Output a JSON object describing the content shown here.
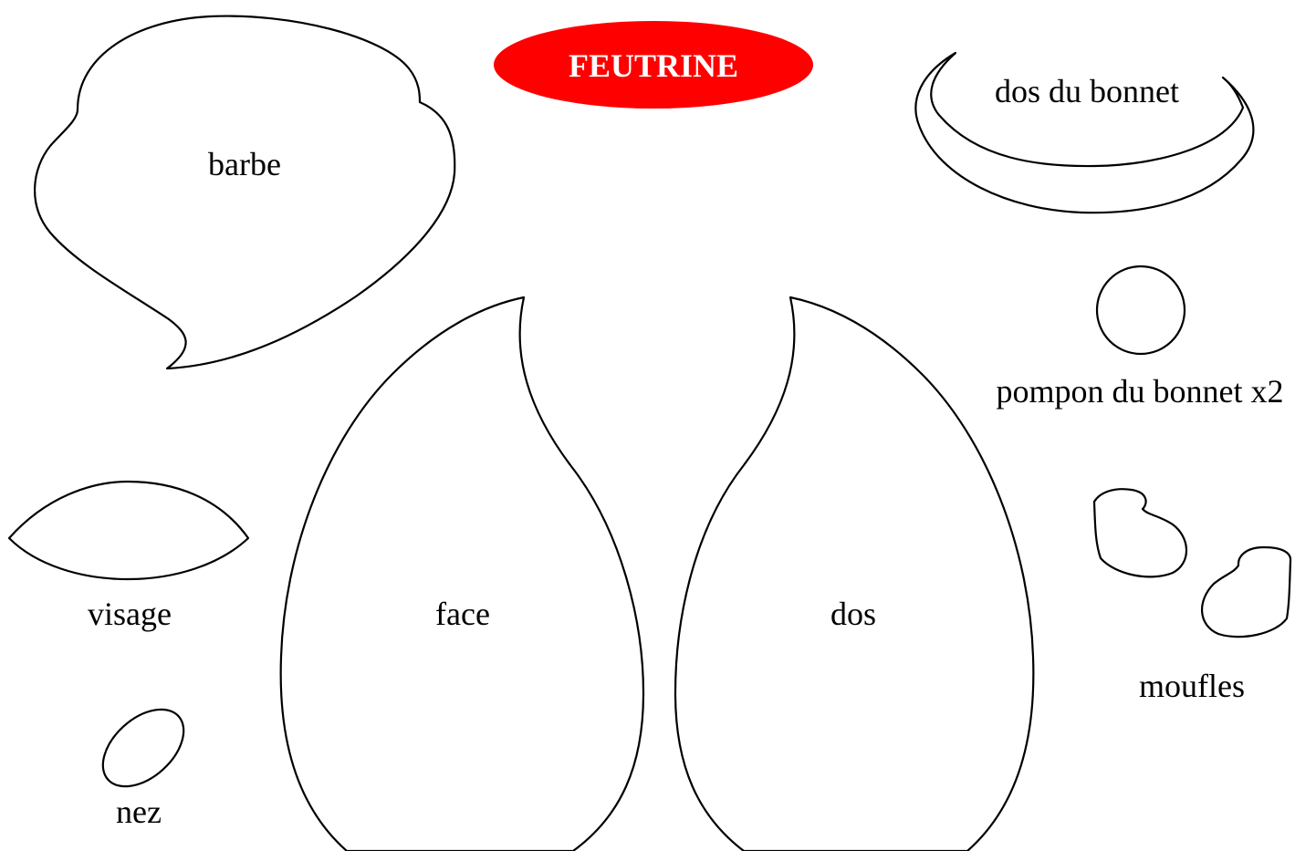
{
  "title": {
    "text": "FEUTRINE",
    "bg_color": "#ff0000",
    "text_color": "#ffffff"
  },
  "pieces": {
    "barbe": "barbe",
    "dos_du_bonnet": "dos du bonnet",
    "pompon": "pompon du bonnet x2",
    "visage": "visage",
    "face": "face",
    "dos": "dos",
    "moufles": "moufles",
    "nez": "nez"
  },
  "colors": {
    "outline": "#000000",
    "background": "#ffffff"
  }
}
